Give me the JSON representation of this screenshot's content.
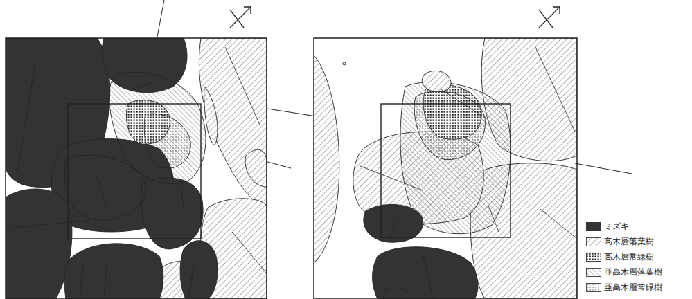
{
  "diagram": {
    "legend": [
      {
        "text": "ミズキ",
        "color": "#333333"
      },
      {
        "text": "高木層落葉樹"
      },
      {
        "text": "高木層常緑樹"
      },
      {
        "text": "亜高木層落葉樹"
      },
      {
        "text": "亜高木層常緑樹"
      }
    ]
  }
}
